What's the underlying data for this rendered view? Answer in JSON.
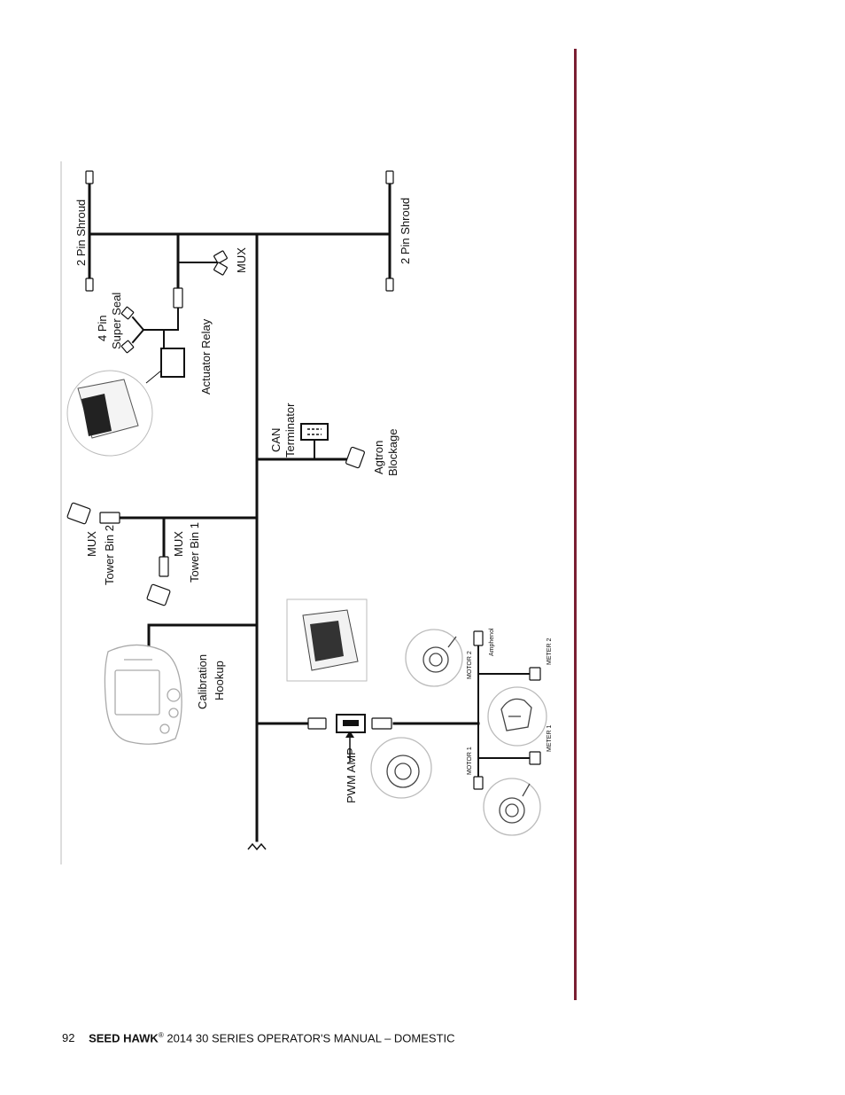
{
  "diagram": {
    "labels": {
      "shroud_left": "2 Pin Shroud",
      "shroud_right": "2 Pin Shroud",
      "mux_top": "MUX",
      "four_pin_1": "4 Pin",
      "four_pin_2": "Super Seal",
      "actuator_relay": "Actuator Relay",
      "can_1": "CAN",
      "can_2": "Terminator",
      "agtron_1": "Agtron",
      "agtron_2": "Blockage",
      "mux_bin2_1": "MUX",
      "mux_bin2_2": "Tower Bin 2",
      "mux_bin1_1": "MUX",
      "mux_bin1_2": "Tower Bin 1",
      "calibration_1": "Calibration",
      "calibration_2": "Hookup",
      "pwm_amp": "PWM AMP",
      "motor2": "MOTOR 2",
      "amphenol": "Amphenol",
      "meter2": "METER 2",
      "meter1": "METER 1",
      "motor1": "MOTOR 1"
    }
  },
  "footer": {
    "page_number": "92",
    "brand": "SEED HAWK",
    "registered": "®",
    "title": " 2014 30 SERIES OPERATOR'S MANUAL – DOMESTIC"
  },
  "colors": {
    "accent_rule": "#7a1f33",
    "line": "#111111"
  }
}
